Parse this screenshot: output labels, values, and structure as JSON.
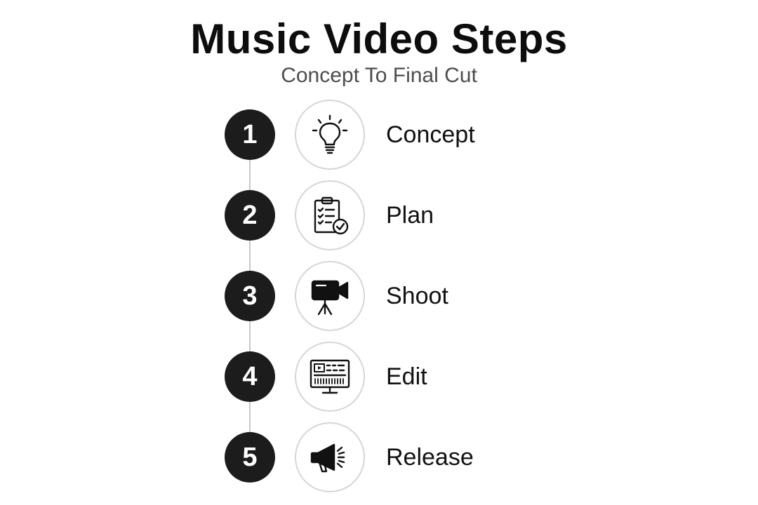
{
  "title": "Music Video Steps",
  "subtitle": "Concept To Final Cut",
  "steps": [
    {
      "number": "1",
      "label": "Concept",
      "icon": "lightbulb-icon"
    },
    {
      "number": "2",
      "label": "Plan",
      "icon": "clipboard-check-icon"
    },
    {
      "number": "3",
      "label": "Shoot",
      "icon": "video-camera-tripod-icon"
    },
    {
      "number": "4",
      "label": "Edit",
      "icon": "monitor-timeline-icon"
    },
    {
      "number": "5",
      "label": "Release",
      "icon": "megaphone-icon"
    }
  ],
  "colors": {
    "number_badge": "#1c1c1c",
    "connector": "#c8c8c8",
    "icon_ring": "#d6d6d6",
    "title": "#0d0d0d",
    "subtitle": "#4d4d4d"
  }
}
